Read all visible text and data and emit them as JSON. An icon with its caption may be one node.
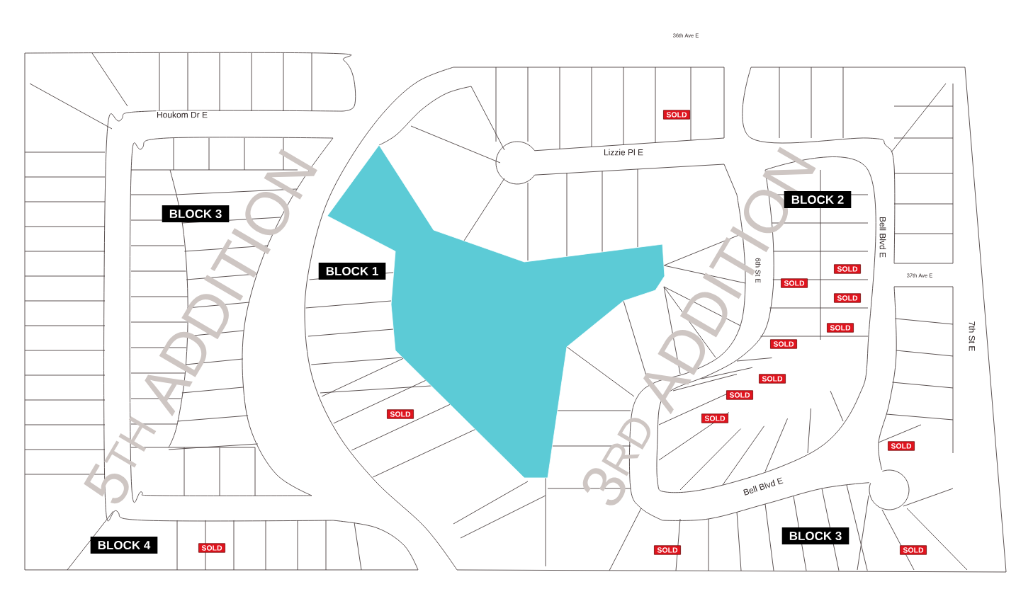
{
  "diagram": {
    "nodes": [
      {
        "text": [
          "SOLD"
        ]
      },
      {
        "text": [
          "BLOCK 3"
        ]
      },
      {
        "text": [
          "BLOCK 2"
        ]
      },
      {
        "text": [
          "SOLD"
        ]
      },
      {
        "text": [
          "BLOCK 1"
        ]
      },
      {
        "text": [
          "SOLD"
        ]
      },
      {
        "text": [
          "SOLD"
        ]
      },
      {
        "text": [
          "SOLD"
        ]
      },
      {
        "text": [
          "SOLD"
        ]
      },
      {
        "text": [
          "SOLD"
        ]
      },
      {
        "text": [
          "SOLD"
        ]
      },
      {
        "text": [
          "SOLD"
        ]
      },
      {
        "text": [
          "SOLD"
        ]
      },
      {
        "text": [
          "SOLD"
        ]
      },
      {
        "text": [
          "BLOCK 3"
        ]
      },
      {
        "text": [
          "BLOCK 4"
        ]
      },
      {
        "text": [
          "SOLD"
        ]
      },
      {
        "text": [
          "SOLD"
        ]
      },
      {
        "text": [
          "SOLD"
        ]
      }
    ],
    "labels": [
      "36th Ave E",
      "Houkom Dr E",
      "Lizzie Pl E",
      "Bell Blvd E",
      "37th Ave E",
      "6th St E",
      "7th St E",
      "Bell Blvd E",
      "5$^{TH}$ ADDITION",
      "3$^{RD}$ ADDITION"
    ]
  }
}
